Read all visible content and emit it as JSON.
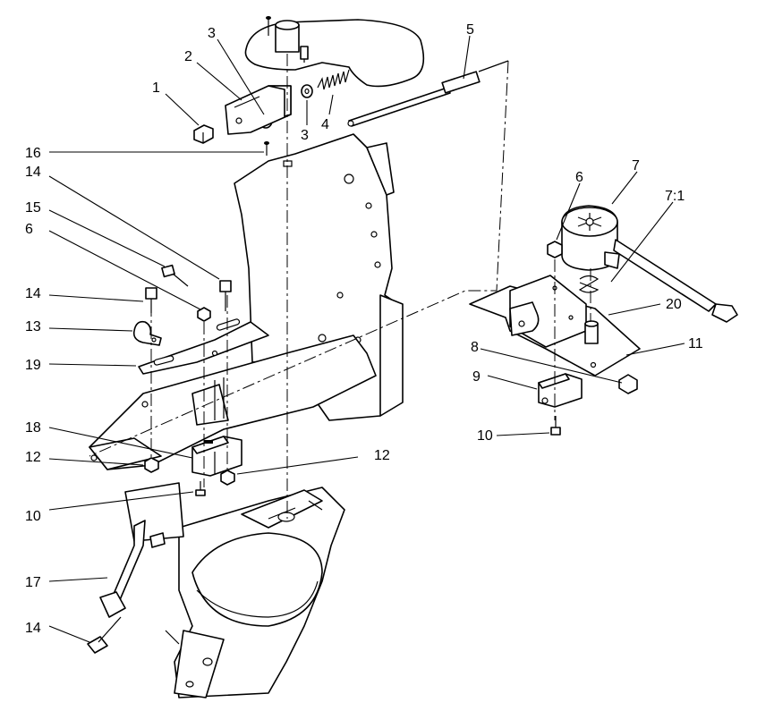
{
  "callouts": {
    "c1": "1",
    "c2": "2",
    "c3a": "3",
    "c3b": "3",
    "c4": "4",
    "c5": "5",
    "c16": "16",
    "c14a": "14",
    "c15": "15",
    "c6a": "6",
    "c14b": "14",
    "c13": "13",
    "c19": "19",
    "c18": "18",
    "c12a": "12",
    "c12b": "12",
    "c10a": "10",
    "c17": "17",
    "c14c": "14",
    "c6b": "6",
    "c7": "7",
    "c7_1": "7:1",
    "c20": "20",
    "c8": "8",
    "c11": "11",
    "c9": "9",
    "c10b": "10"
  }
}
